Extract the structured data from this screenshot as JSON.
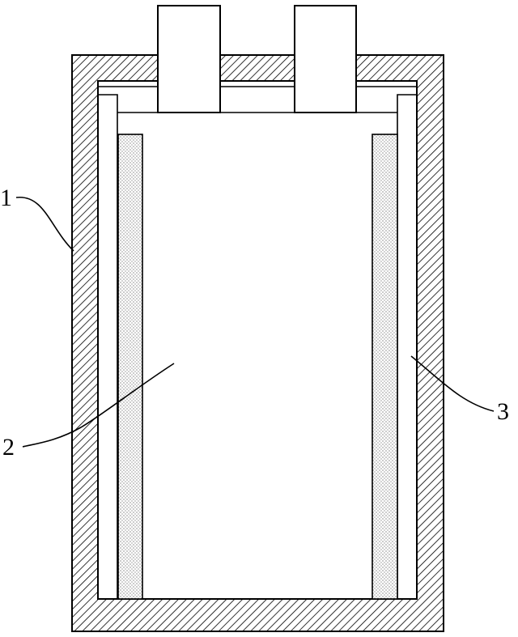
{
  "labels": {
    "casing": "1",
    "core": "2",
    "side_layer": "3"
  },
  "colors": {
    "stroke": "#000000",
    "background": "#ffffff"
  },
  "fills": {
    "casing": "diagonal-hatch",
    "side_layer": "stipple-dots",
    "tabs": "plain"
  }
}
